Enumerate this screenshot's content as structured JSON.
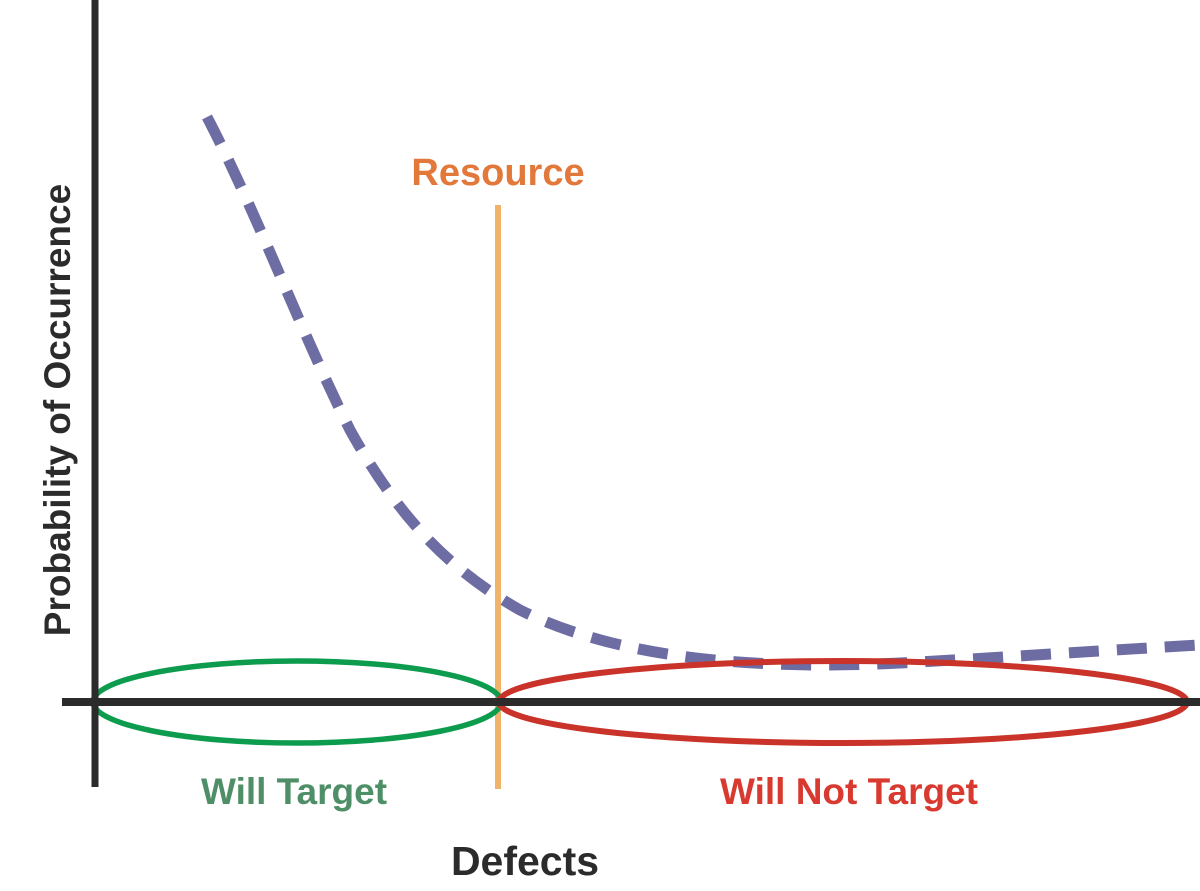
{
  "chart_data": {
    "type": "line",
    "title": "",
    "xlabel": "Defects",
    "ylabel": "Probability of Occurrence",
    "grid": false,
    "legend": "none",
    "axes": {
      "x_axis_color": "#2b2b2b",
      "y_axis_color": "#2b2b2b",
      "x_tick_labels": [],
      "y_tick_labels": [],
      "xlim": [
        0,
        100
      ],
      "ylim": [
        0,
        100
      ]
    },
    "series": [
      {
        "name": "Probability of Occurrence curve",
        "style": "dashed",
        "color": "#6d6da4",
        "shape": "decaying-exponential",
        "x": [
          10.0,
          14.0,
          18.0,
          22.0,
          26.0,
          30.0,
          36.6,
          44.0,
          52.0,
          60.0,
          70.0,
          80.0,
          90.0,
          100.0
        ],
        "y": [
          84.4,
          70.0,
          59.0,
          50.5,
          44.0,
          38.6,
          32.0,
          26.8,
          22.8,
          19.8,
          16.9,
          14.8,
          13.2,
          12.0
        ]
      }
    ],
    "annotations": [
      {
        "name": "resource-line",
        "label": "Resource",
        "type": "vertical-line",
        "x": 36.6,
        "color": "#f0b36a",
        "label_color": "#e2783a"
      },
      {
        "name": "will-target-region",
        "label": "Will Target",
        "type": "ellipse",
        "x_range": [
          0.0,
          36.6
        ],
        "y_center": 0,
        "color": "#0d9b4e",
        "label_color": "#4f8f67"
      },
      {
        "name": "will-not-target-region",
        "label": "Will Not Target",
        "type": "ellipse",
        "x_range": [
          36.6,
          99.0
        ],
        "y_center": 0,
        "color": "#c9332a",
        "label_color": "#d93a30"
      }
    ]
  },
  "labels": {
    "y_axis_title": "Probability of Occurrence",
    "x_axis_title": "Defects",
    "resource": "Resource",
    "will_target": "Will Target",
    "will_not_target": "Will Not Target"
  },
  "colors": {
    "curve": "#6d6da4",
    "resource_line": "#f0b36a",
    "resource_text": "#e2783a",
    "green_ellipse": "#0d9b4e",
    "green_text": "#4f8f67",
    "red_ellipse": "#c9332a",
    "red_text": "#d93a30",
    "axis": "#2b2b2b",
    "background": "#ffffff"
  }
}
